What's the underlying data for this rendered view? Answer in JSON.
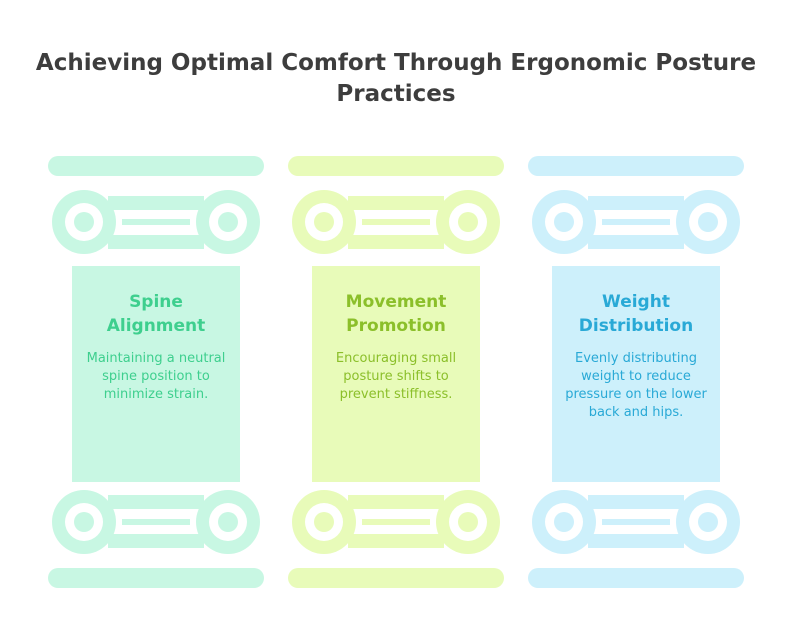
{
  "title": {
    "line1": "Achieving Optimal Comfort Through Ergonomic Posture",
    "line2": "Practices"
  },
  "pillars": [
    {
      "heading_line1": "Spine",
      "heading_line2": "Alignment",
      "description": "Maintaining a neutral spine position to minimize strain.",
      "fill_color": "#c8f7e3",
      "text_color": "#3ecf8e"
    },
    {
      "heading_line1": "Movement",
      "heading_line2": "Promotion",
      "description": "Encouraging small posture shifts to prevent stiffness.",
      "fill_color": "#e8fbb9",
      "text_color": "#8bbf2a"
    },
    {
      "heading_line1": "Weight",
      "heading_line2": "Distribution",
      "description": "Evenly distributing weight to reduce pressure on the lower back and hips.",
      "fill_color": "#cdf0fb",
      "text_color": "#29a9d6"
    }
  ]
}
